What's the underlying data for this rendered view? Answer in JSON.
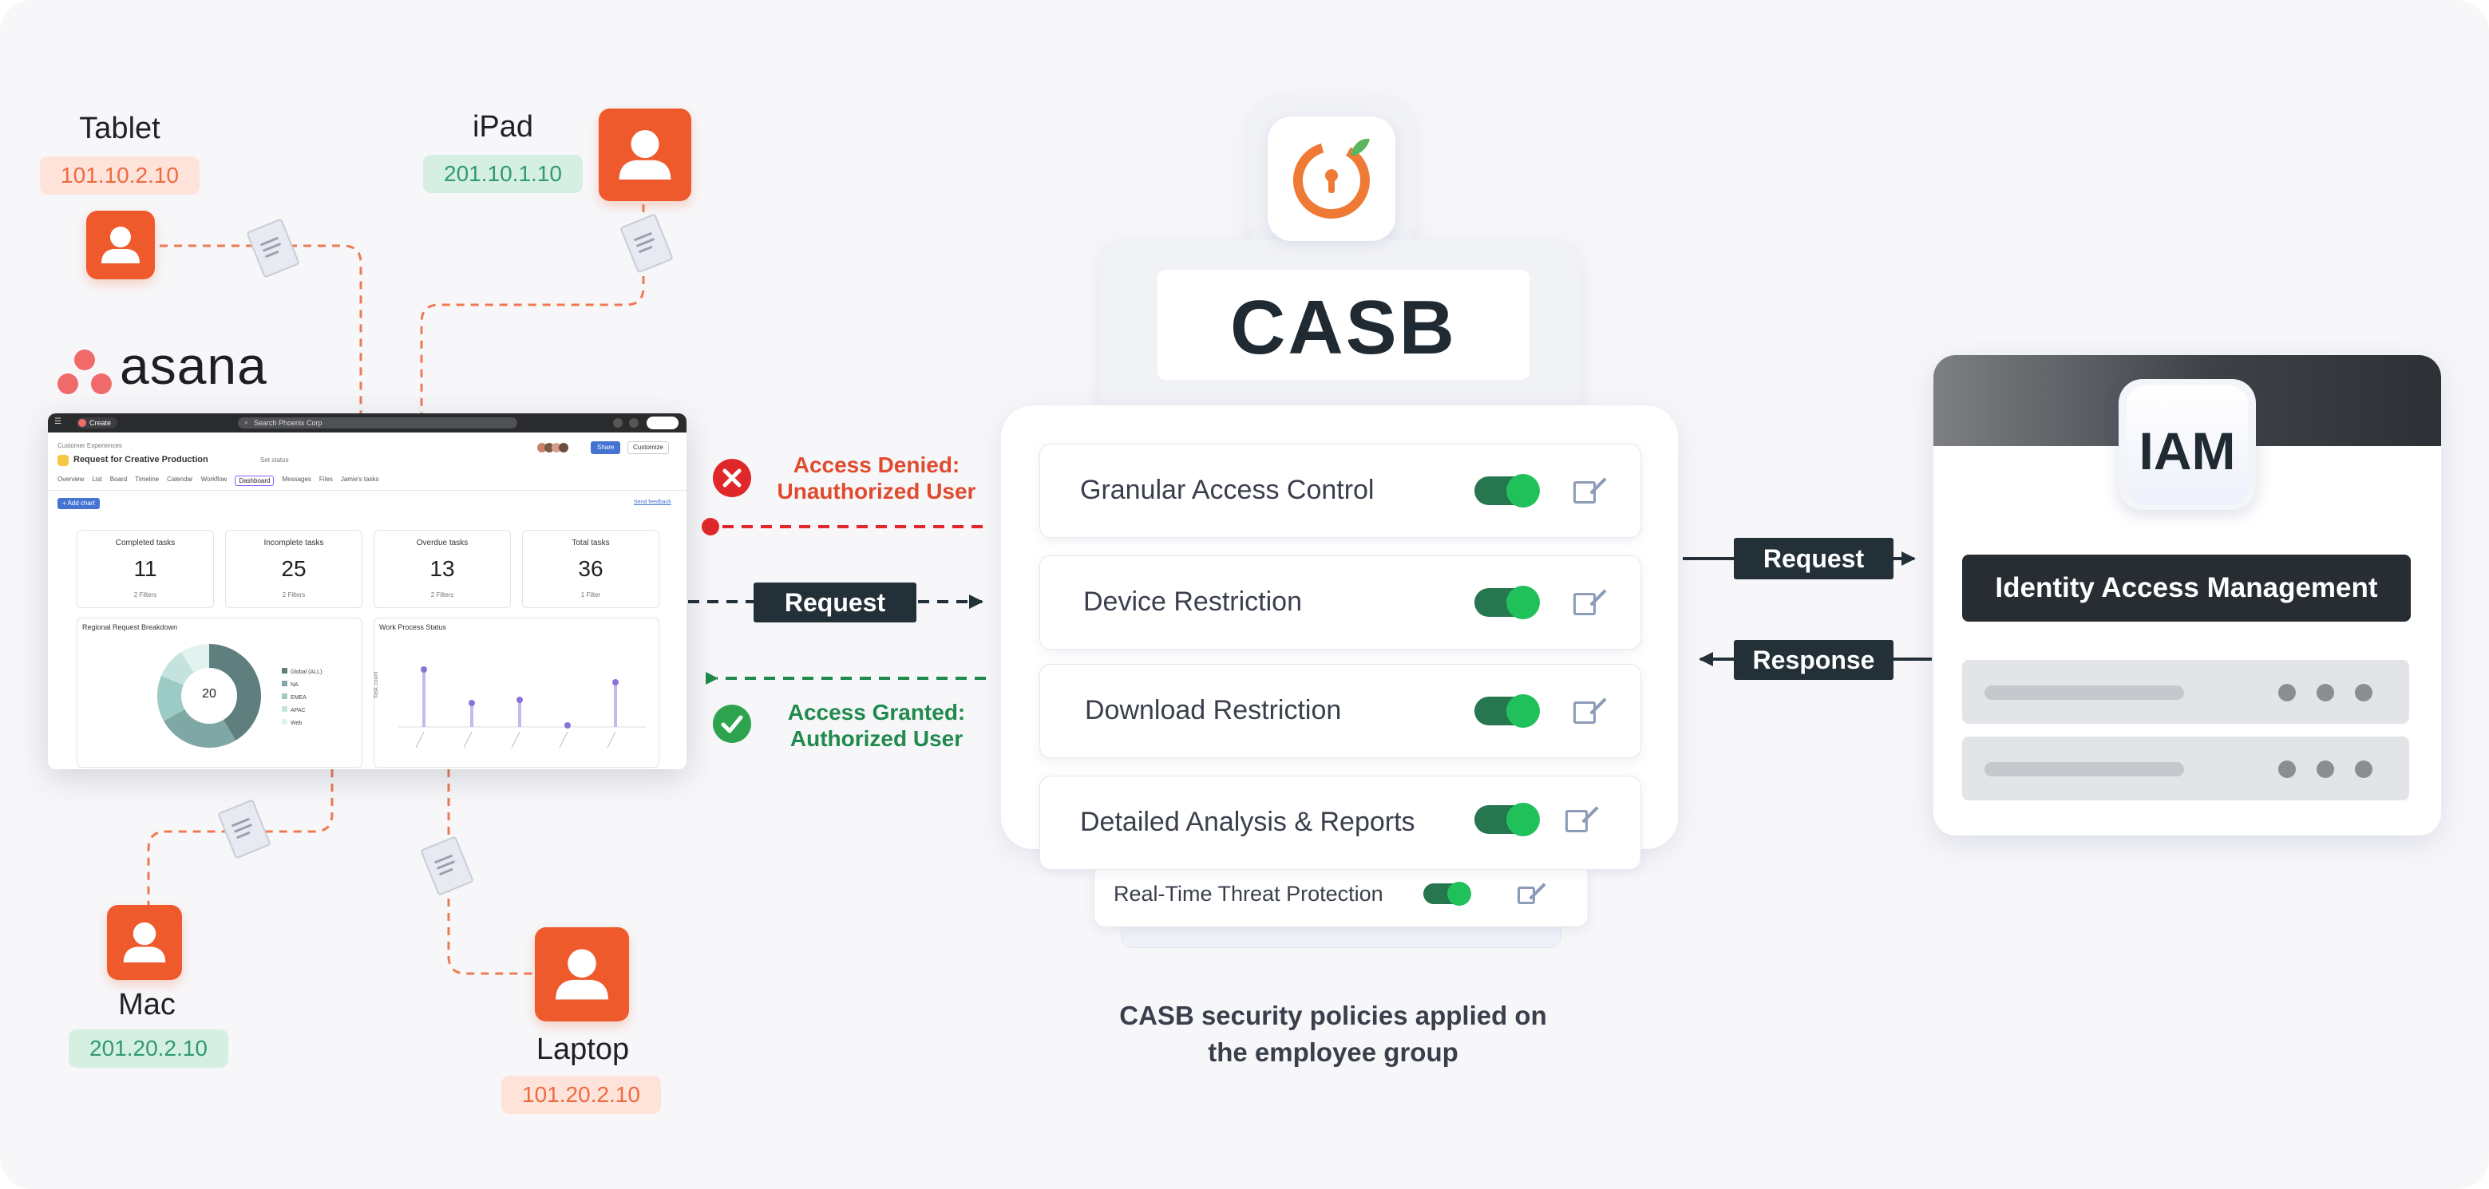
{
  "colors": {
    "user_icon": "#ee5a2c",
    "denied": "#e04a2e",
    "granted": "#1f8a4c",
    "dark_label": "#233038",
    "toggle_on": "#20c05a"
  },
  "devices": [
    {
      "name": "Tablet",
      "ip": "101.10.2.10",
      "ip_style": "orange"
    },
    {
      "name": "iPad",
      "ip": "201.10.1.10",
      "ip_style": "green"
    },
    {
      "name": "Mac",
      "ip": "201.20.2.10",
      "ip_style": "green"
    },
    {
      "name": "Laptop",
      "ip": "101.20.2.10",
      "ip_style": "orange"
    }
  ],
  "asana": {
    "logo_text": "asana",
    "top_create": "Create",
    "search_placeholder": "Search Phoenix Corp",
    "breadcrumb": "Customer Experiences",
    "project_title": "Request for Creative Production",
    "set_status": "Set status",
    "share": "Share",
    "customize": "Customize",
    "tabs": [
      "Overview",
      "List",
      "Board",
      "Timeline",
      "Calendar",
      "Workflow",
      "Dashboard",
      "Messages",
      "Files",
      "Jamie's tasks"
    ],
    "add_chart": "+ Add chart",
    "send_feedback": "Send feedback",
    "stats": [
      {
        "label": "Completed tasks",
        "value": "11",
        "filter": "2 Filters"
      },
      {
        "label": "Incomplete tasks",
        "value": "25",
        "filter": "2 Filters"
      },
      {
        "label": "Overdue tasks",
        "value": "13",
        "filter": "2 Filters"
      },
      {
        "label": "Total tasks",
        "value": "36",
        "filter": "1 Filter"
      }
    ],
    "donut_title": "Regional Request Breakdown",
    "donut_center": "20",
    "legend": [
      "Global (ALL)",
      "NA",
      "EMEA",
      "APAC",
      "Web"
    ],
    "workflow_title": "Work Process Status",
    "workflow_ylabel": "Task count"
  },
  "flows": {
    "denied_line1": "Access Denied:",
    "denied_line2": "Unauthorized User",
    "request": "Request",
    "granted_line1": "Access Granted:",
    "granted_line2": "Authorized User"
  },
  "casb": {
    "title": "CASB",
    "features": [
      {
        "label": "Granular Access Control",
        "enabled": true
      },
      {
        "label": "Device Restriction",
        "enabled": true
      },
      {
        "label": "Download Restriction",
        "enabled": true
      },
      {
        "label": "Detailed Analysis & Reports",
        "enabled": true
      }
    ],
    "extra_feature": {
      "label": "Real-Time Threat Protection",
      "enabled": true
    },
    "caption_line1": "CASB security policies applied on",
    "caption_line2": "the employee group"
  },
  "iam_links": {
    "request": "Request",
    "response": "Response"
  },
  "iam": {
    "badge": "IAM",
    "title": "Identity Access Management"
  }
}
